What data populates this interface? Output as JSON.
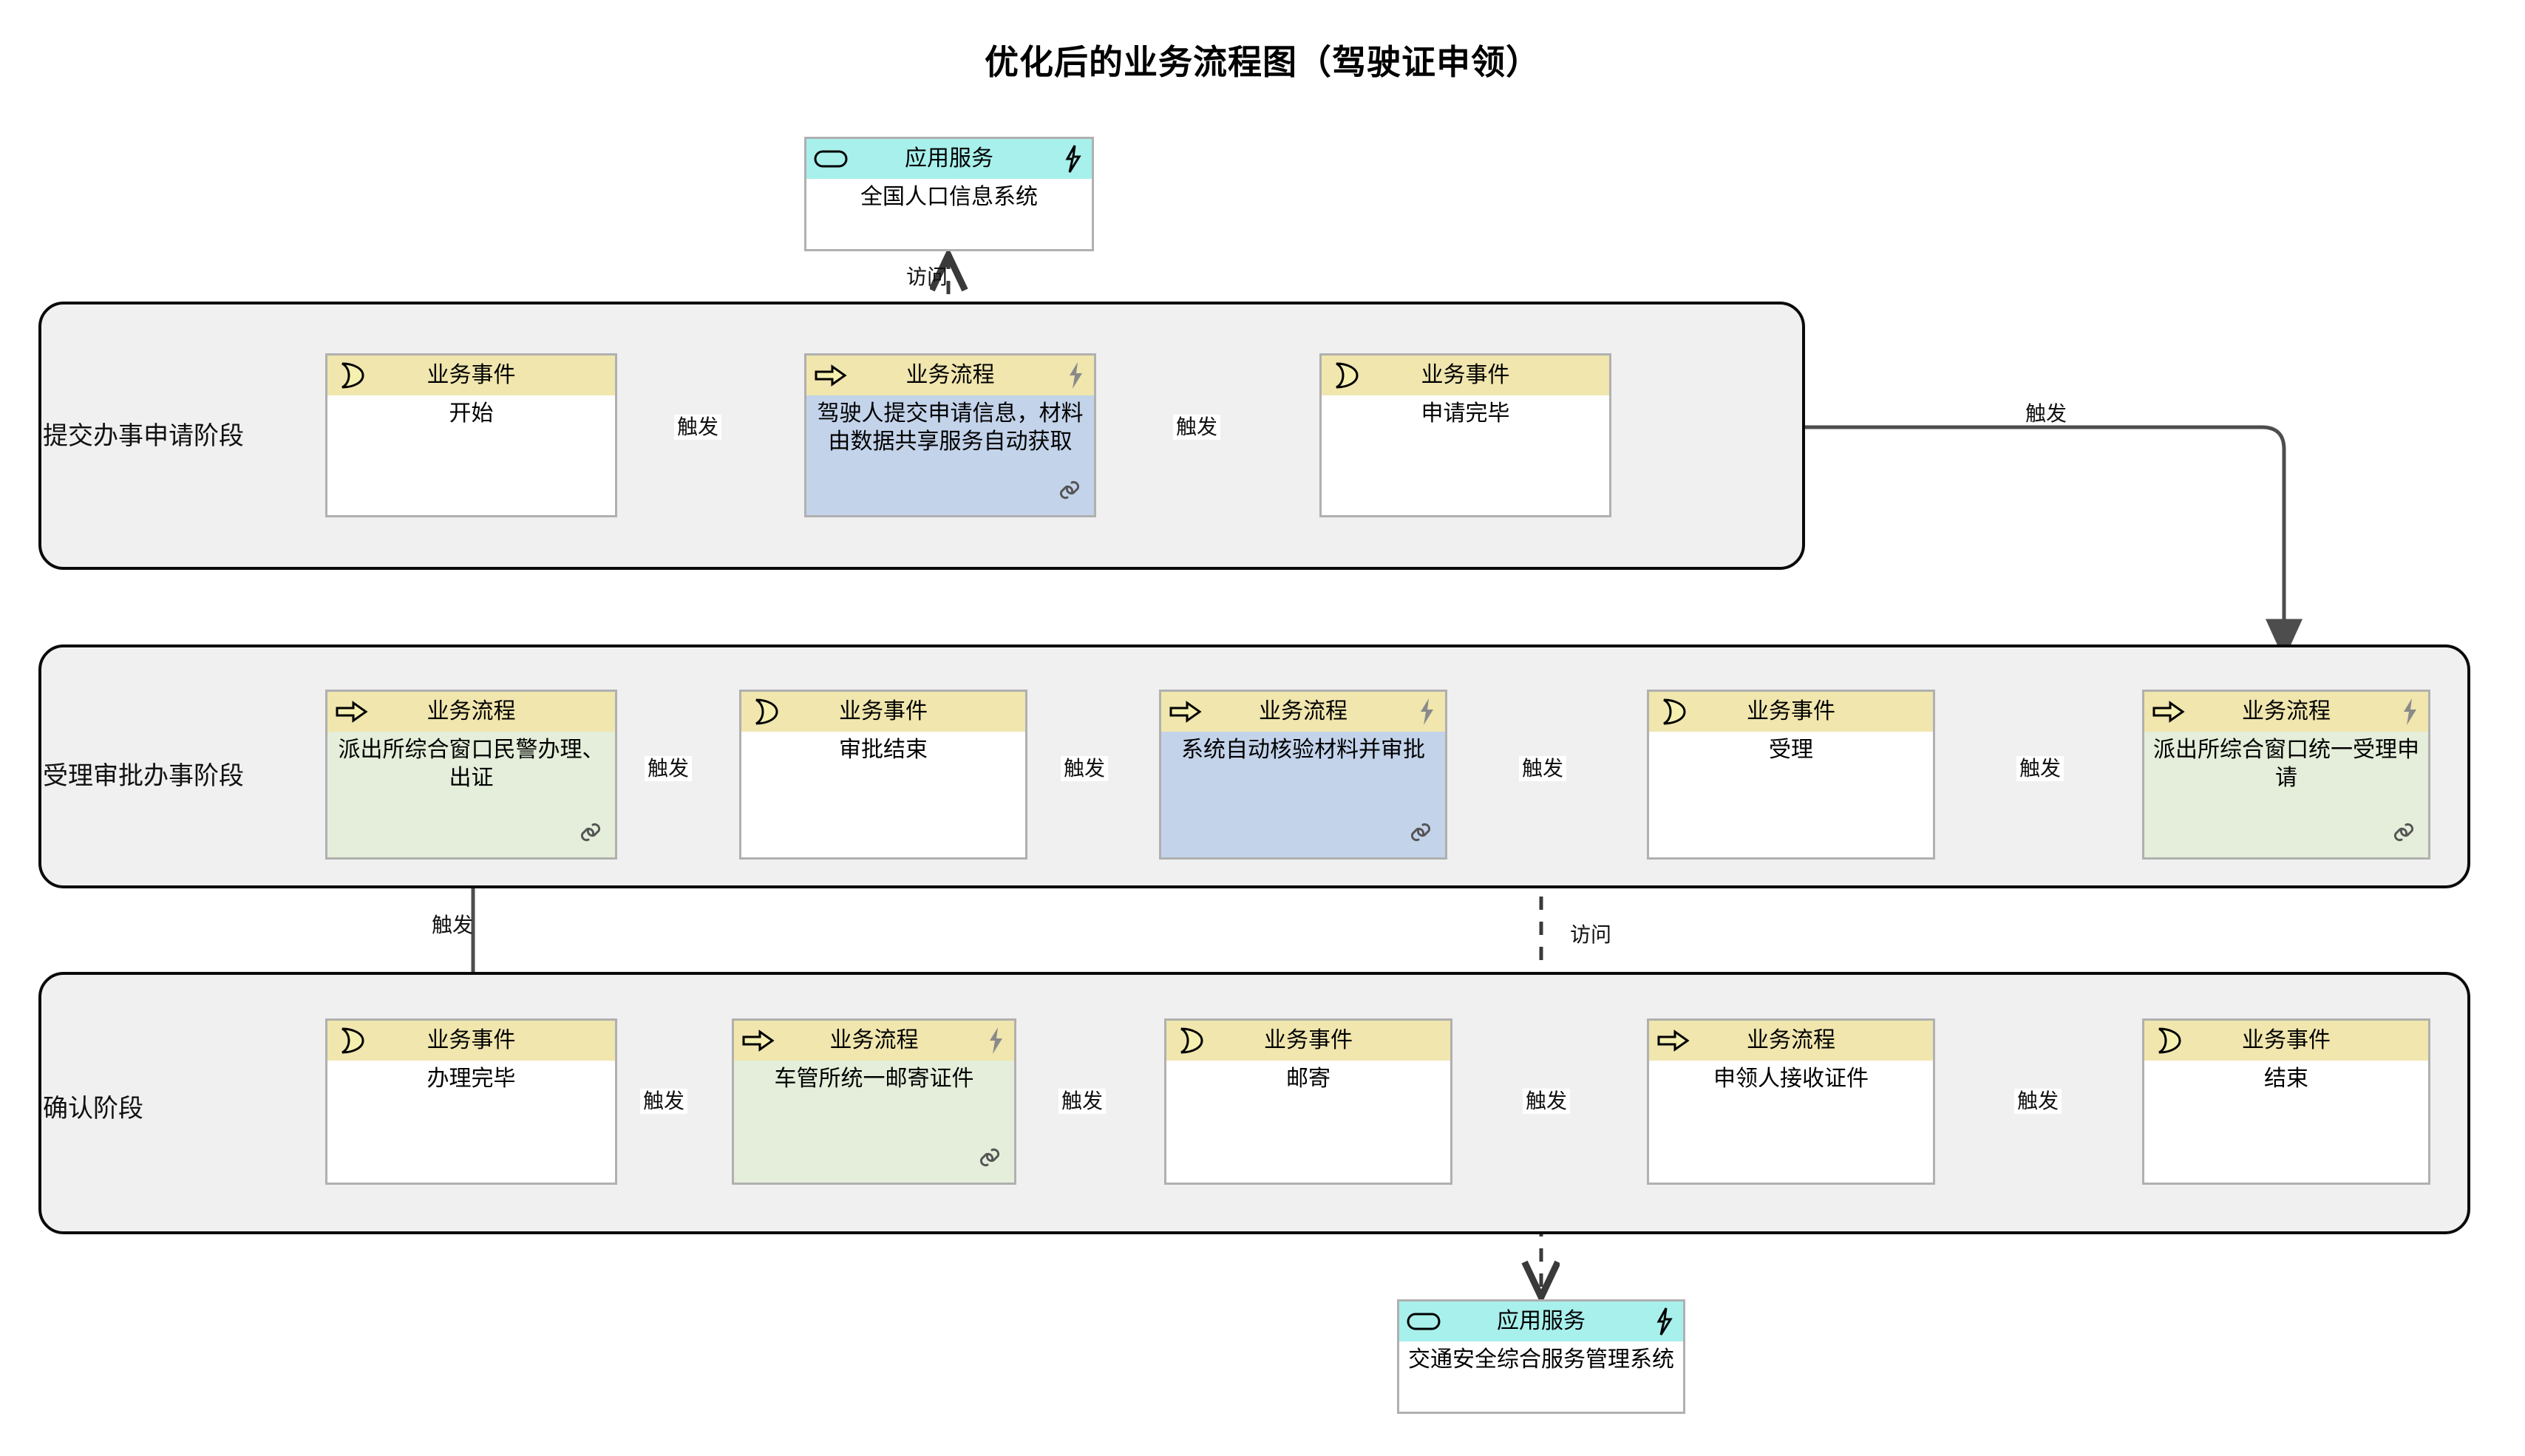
{
  "title": "优化后的业务流程图（驾驶证申领）",
  "labels": {
    "business_event": "业务事件",
    "business_process": "业务流程",
    "application_service": "应用服务",
    "trigger": "触发",
    "access": "访问"
  },
  "icons": {
    "event": "crescent-icon",
    "process": "right-arrow-icon",
    "service": "rounded-rect-icon",
    "bolt": "lightning-bolt-icon",
    "link": "chain-link-icon"
  },
  "colors": {
    "header_yellow": "#f0e6ae",
    "header_cyan": "#a8f0ec",
    "body_blue": "#c3d3ea",
    "body_green": "#e4eeda",
    "body_white": "#ffffff",
    "node_border": "#b0b0b0",
    "phase_fill": "#f0f0f0",
    "phase_border": "#0a0a0a",
    "wire": "#4d4d4d"
  },
  "services": {
    "top": {
      "type": "应用服务",
      "name": "全国人口信息系统"
    },
    "bottom": {
      "type": "应用服务",
      "name": "交通安全综合服务管理系统"
    }
  },
  "phases": [
    {
      "id": "phase1",
      "label": "提交办事申请阶段"
    },
    {
      "id": "phase2",
      "label": "受理审批办事阶段"
    },
    {
      "id": "phase3",
      "label": "确认阶段"
    }
  ],
  "nodes": {
    "n1": {
      "kind": "event",
      "type": "业务事件",
      "name": "开始"
    },
    "n2": {
      "kind": "process",
      "type": "业务流程",
      "name": "驾驶人提交申请信息，材料由数据共享服务自动获取",
      "bolt": true,
      "link": true,
      "fill": "blue"
    },
    "n3": {
      "kind": "event",
      "type": "业务事件",
      "name": "申请完毕"
    },
    "n4": {
      "kind": "process",
      "type": "业务流程",
      "name": "派出所综合窗口民警办理、出证",
      "bolt": false,
      "link": true,
      "fill": "green"
    },
    "n5": {
      "kind": "event",
      "type": "业务事件",
      "name": "审批结束"
    },
    "n6": {
      "kind": "process",
      "type": "业务流程",
      "name": "系统自动核验材料并审批",
      "bolt": true,
      "link": true,
      "fill": "blue"
    },
    "n7": {
      "kind": "event",
      "type": "业务事件",
      "name": "受理"
    },
    "n8": {
      "kind": "process",
      "type": "业务流程",
      "name": "派出所综合窗口统一受理申请",
      "bolt": true,
      "link": true,
      "fill": "green"
    },
    "n9": {
      "kind": "event",
      "type": "业务事件",
      "name": "办理完毕"
    },
    "n10": {
      "kind": "process",
      "type": "业务流程",
      "name": "车管所统一邮寄证件",
      "bolt": true,
      "link": true,
      "fill": "green"
    },
    "n11": {
      "kind": "event",
      "type": "业务事件",
      "name": "邮寄"
    },
    "n12": {
      "kind": "process",
      "type": "业务流程",
      "name": "申领人接收证件",
      "bolt": false,
      "link": false,
      "fill": "white"
    },
    "n13": {
      "kind": "event",
      "type": "业务事件",
      "name": "结束"
    }
  },
  "edges": [
    {
      "id": "e1",
      "from": "n1",
      "to": "n2",
      "label": "触发",
      "style": "solid"
    },
    {
      "id": "e2",
      "from": "n2",
      "to": "n3",
      "label": "触发",
      "style": "solid"
    },
    {
      "id": "e3",
      "from": "n3",
      "to": "n8",
      "label": "触发",
      "style": "solid"
    },
    {
      "id": "e4",
      "from": "n8",
      "to": "n7",
      "label": "触发",
      "style": "solid"
    },
    {
      "id": "e5",
      "from": "n7",
      "to": "n6",
      "label": "触发",
      "style": "solid"
    },
    {
      "id": "e6",
      "from": "n6",
      "to": "n5",
      "label": "触发",
      "style": "solid"
    },
    {
      "id": "e7",
      "from": "n5",
      "to": "n4",
      "label": "触发",
      "style": "solid"
    },
    {
      "id": "e8",
      "from": "n4",
      "to": "n9",
      "label": "触发",
      "style": "solid"
    },
    {
      "id": "e9",
      "from": "n9",
      "to": "n10",
      "label": "触发",
      "style": "solid"
    },
    {
      "id": "e10",
      "from": "n10",
      "to": "n11",
      "label": "触发",
      "style": "solid"
    },
    {
      "id": "e11",
      "from": "n11",
      "to": "n12",
      "label": "触发",
      "style": "solid"
    },
    {
      "id": "e12",
      "from": "n12",
      "to": "n13",
      "label": "触发",
      "style": "solid"
    },
    {
      "id": "e13",
      "from": "n2",
      "to": "svc_top",
      "label": "访问",
      "style": "dashed"
    },
    {
      "id": "e14",
      "from": "n6",
      "to": "svc_bottom",
      "label": "访问",
      "style": "dashed"
    }
  ]
}
